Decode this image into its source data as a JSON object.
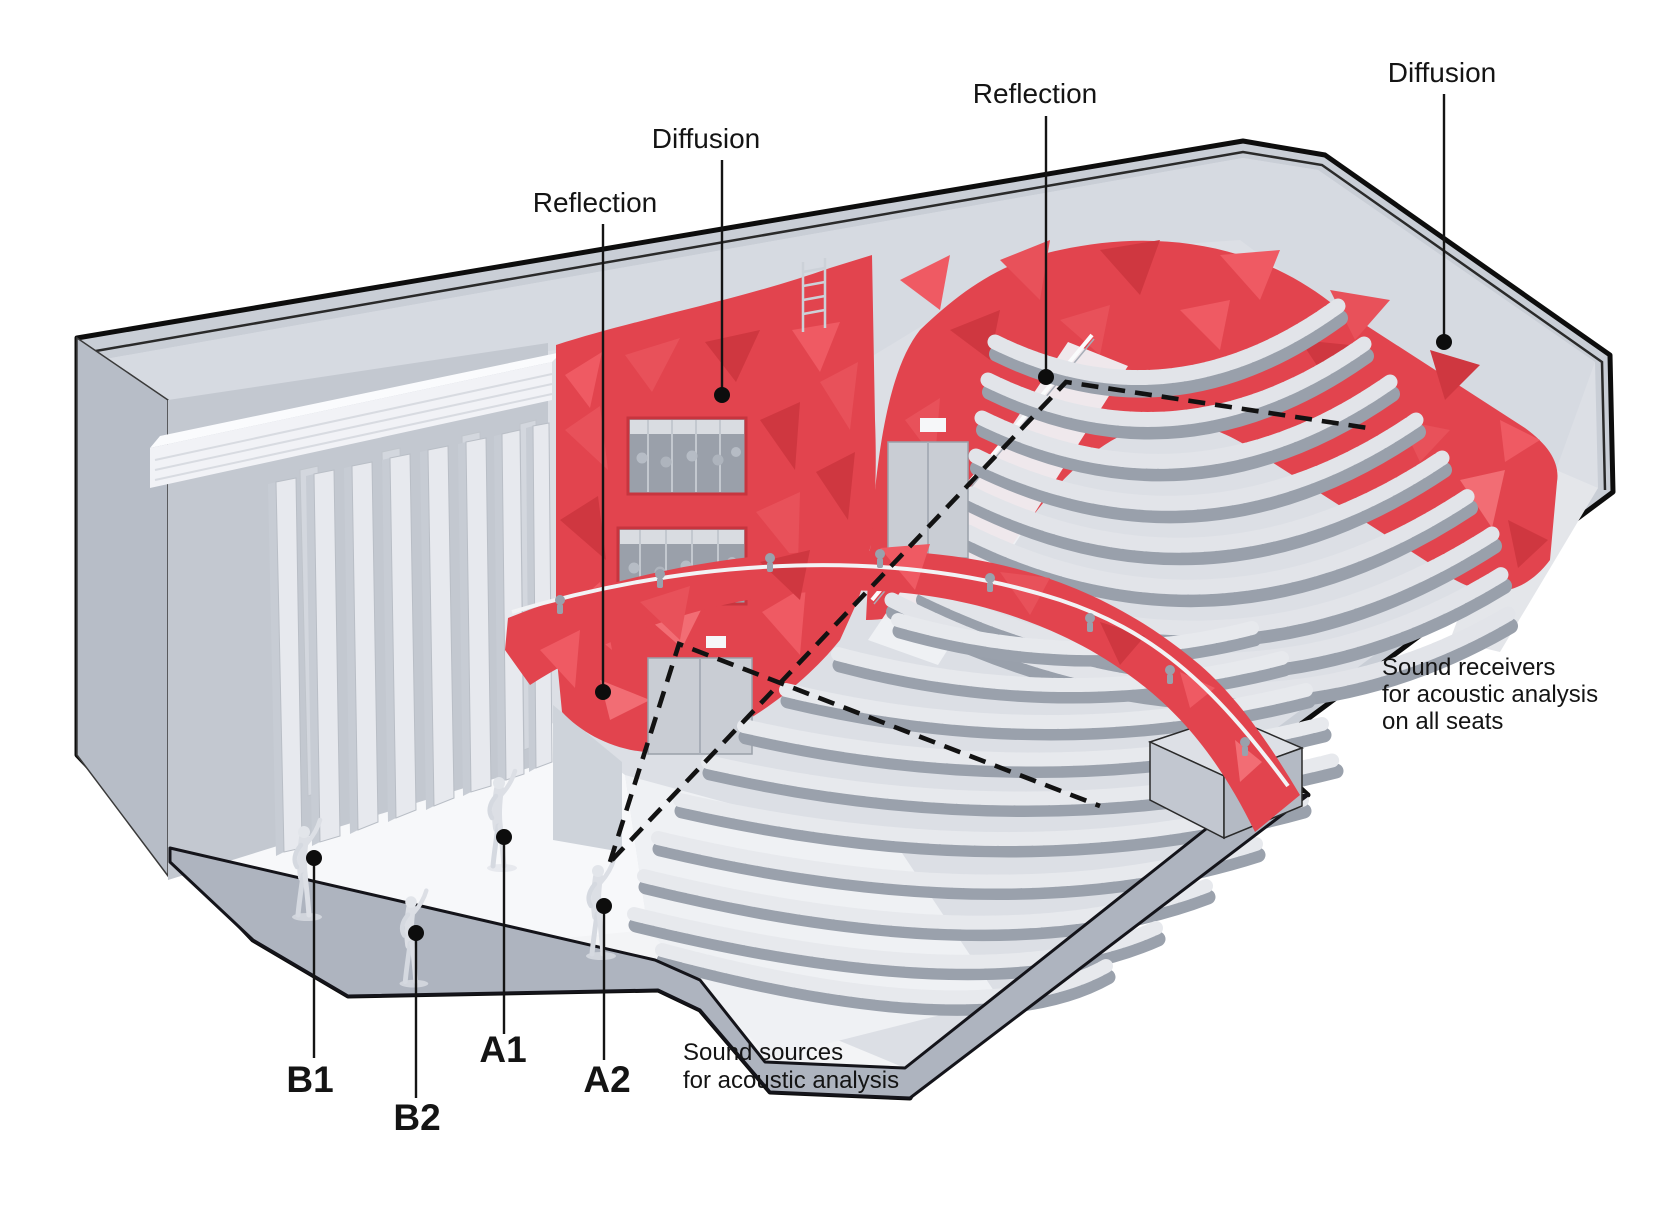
{
  "diagram": {
    "labels": {
      "reflection_left": "Reflection",
      "diffusion_left": "Diffusion",
      "reflection_right": "Reflection",
      "diffusion_right": "Diffusion"
    },
    "source_markers": {
      "b1": "B1",
      "b2": "B2",
      "a1": "A1",
      "a2": "A2"
    },
    "annotations": {
      "sound_sources": [
        "Sound sources",
        "for acoustic analysis"
      ],
      "sound_receivers": [
        "Sound receivers",
        "for acoustic analysis",
        "on all seats"
      ]
    },
    "colors": {
      "accent_red": "#e2444e",
      "red_dark": "#cf3740",
      "red_light": "#ef5a63",
      "shell_gray": "#c6cbd4",
      "wall_gray": "#c3c8d0",
      "seat_gray": "#e2e4e9",
      "floor_white": "#f4f5f7",
      "outline_black": "#0d0d0d"
    }
  }
}
